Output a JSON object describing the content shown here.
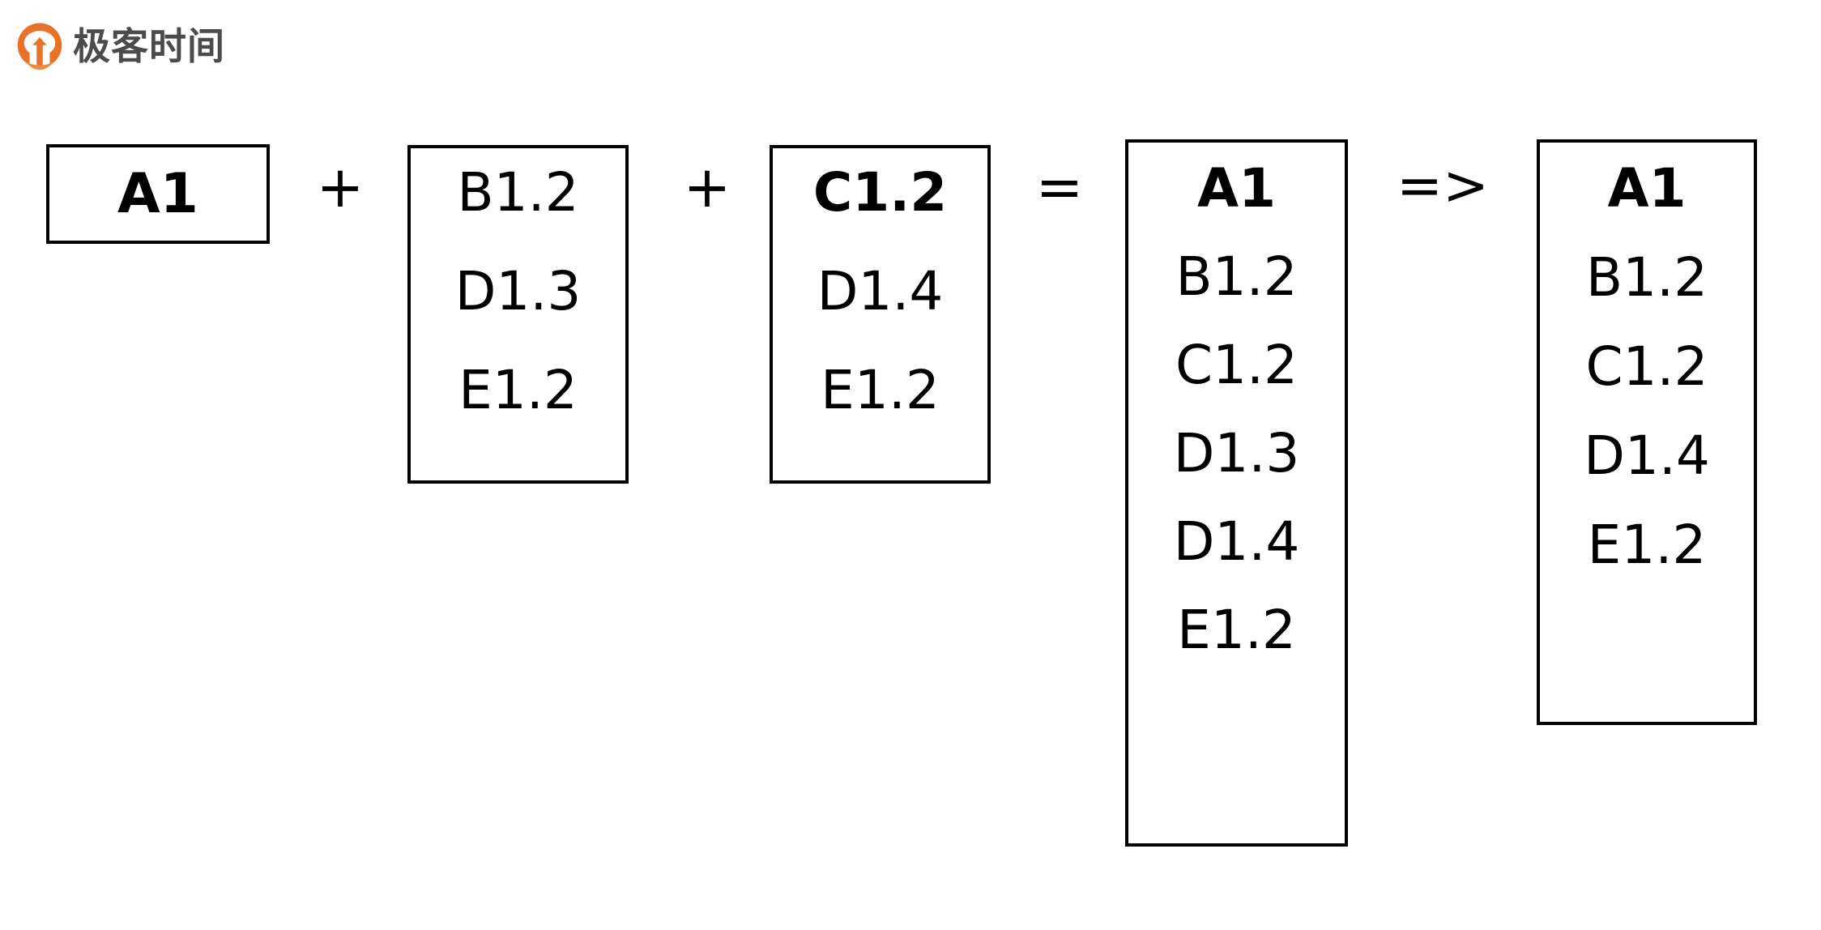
{
  "brand": {
    "name": "极客时间",
    "mark": "geektime-logo-icon",
    "mark_color": "#e8722a",
    "text_color": "#4b4b4b"
  },
  "diagram": {
    "type": "version-vector-merge",
    "stroke_color": "#000000",
    "background": "#ffffff",
    "boxes": [
      {
        "id": "box-a1",
        "name": "box-a1",
        "entries": [
          {
            "text": "A1",
            "bold": true
          }
        ]
      },
      {
        "id": "box-bde",
        "name": "box-b12-d13-e12",
        "entries": [
          {
            "text": "B1.2",
            "bold": false
          },
          {
            "text": "D1.3",
            "bold": false
          },
          {
            "text": "E1.2",
            "bold": false
          }
        ]
      },
      {
        "id": "box-cde",
        "name": "box-c12-d14-e12",
        "entries": [
          {
            "text": "C1.2",
            "bold": true
          },
          {
            "text": "D1.4",
            "bold": false
          },
          {
            "text": "E1.2",
            "bold": false
          }
        ]
      },
      {
        "id": "box-merged",
        "name": "box-merged-union",
        "entries": [
          {
            "text": "A1",
            "bold": true
          },
          {
            "text": "B1.2",
            "bold": false
          },
          {
            "text": "C1.2",
            "bold": false
          },
          {
            "text": "D1.3",
            "bold": false
          },
          {
            "text": "D1.4",
            "bold": false
          },
          {
            "text": "E1.2",
            "bold": false
          }
        ]
      },
      {
        "id": "box-result",
        "name": "box-resolved-result",
        "entries": [
          {
            "text": "A1",
            "bold": true
          },
          {
            "text": "B1.2",
            "bold": false
          },
          {
            "text": "C1.2",
            "bold": false
          },
          {
            "text": "D1.4",
            "bold": false
          },
          {
            "text": "E1.2",
            "bold": false
          }
        ]
      }
    ],
    "operators": [
      {
        "id": "op-plus-1",
        "name": "operator-plus",
        "text": "+"
      },
      {
        "id": "op-plus-2",
        "name": "operator-plus",
        "text": "+"
      },
      {
        "id": "op-equals",
        "name": "operator-equals",
        "text": "="
      },
      {
        "id": "op-arrow",
        "name": "operator-implies",
        "text": "=>"
      }
    ]
  }
}
